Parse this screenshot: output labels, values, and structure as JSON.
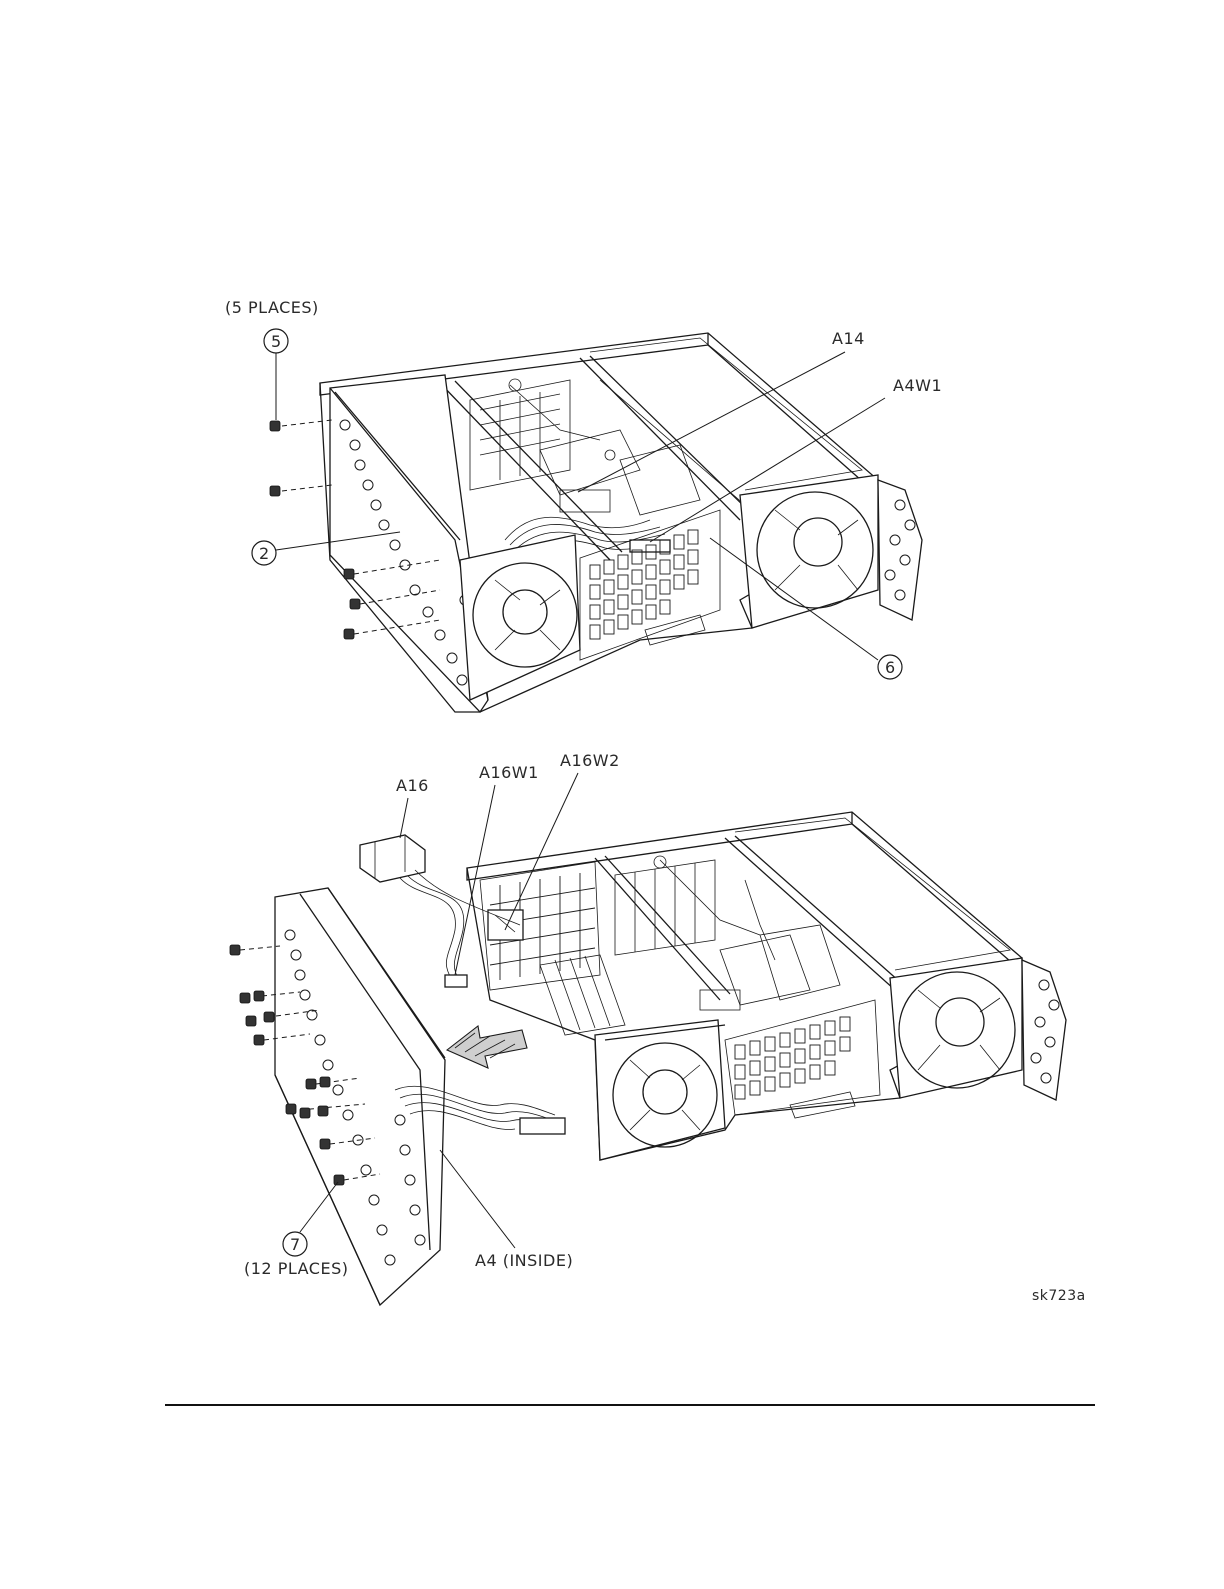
{
  "labels": {
    "top_places": "(5 PLACES)",
    "top_item_5": "5",
    "top_item_2": "2",
    "top_item_6": "6",
    "top_a14": "A14",
    "top_a4w1": "A4W1",
    "bottom_a16": "A16",
    "bottom_a16w1": "A16W1",
    "bottom_a16w2": "A16W2",
    "bottom_item_7": "7",
    "bottom_places": "(12 PLACES)",
    "bottom_a4": "A4 (INSIDE)",
    "figure_id": "sk723a"
  },
  "icons": {
    "fan": "fan-icon",
    "screw": "screw-icon",
    "arrow": "direction-arrow-icon"
  }
}
